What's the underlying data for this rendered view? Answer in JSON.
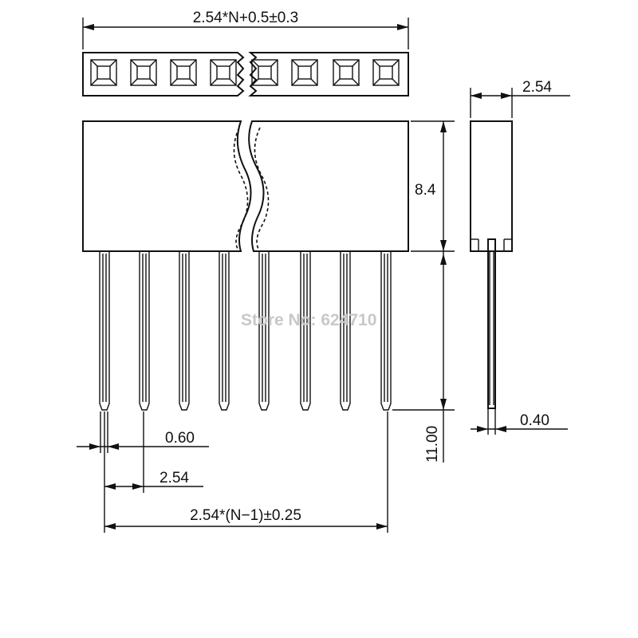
{
  "dimensions": {
    "overall_length": "2.54*N+0.5±0.3",
    "side_width": "2.54",
    "body_height": "8.4",
    "pin_length": "11.00",
    "pin_width_side": "0.40",
    "pin_width": "0.60",
    "pitch": "2.54",
    "pin_span": "2.54*(N−1)±0.25"
  },
  "watermark": "Store No: 624710",
  "colors": {
    "line": "#111111",
    "watermark": "#c8c8c8",
    "background": "#ffffff"
  }
}
